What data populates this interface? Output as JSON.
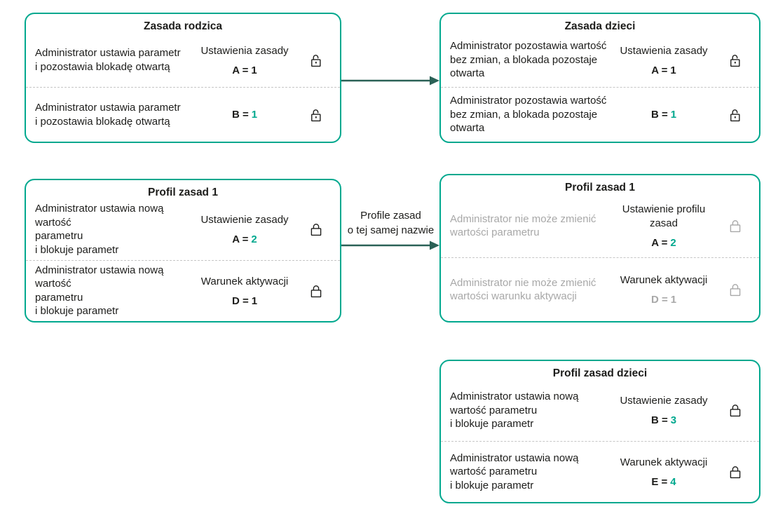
{
  "colors": {
    "accent": "#00A88E",
    "teal": "#00A88E",
    "arrow": "#2A6156",
    "text": "#1D1D1B",
    "muted": "#A8A8A8",
    "divider": "#C6C6C6"
  },
  "boxes": [
    {
      "title": "Zasada rodzica",
      "rows": [
        {
          "label": "Ustawienia zasady",
          "text": "Administrator ustawia parametr\ni pozostawia blokadę otwartą",
          "param": "A =",
          "value": "1",
          "lock": "open"
        },
        {
          "label": "",
          "text": "Administrator ustawia parametr\ni pozostawia blokadę otwartą",
          "param": "B =",
          "value": "1",
          "lock": "open"
        }
      ]
    },
    {
      "title": "Zasada dzieci",
      "rows": [
        {
          "label": "Ustawienia zasady",
          "text": "Administrator pozostawia wartość\nbez zmian, a blokada pozostaje\notwarta",
          "param": "A =",
          "value": "1",
          "lock": "open"
        },
        {
          "label": "",
          "text": "Administrator pozostawia wartość\nbez zmian, a blokada pozostaje\notwarta",
          "param": "B =",
          "value": "1",
          "lock": "open"
        }
      ]
    },
    {
      "title": "Profil zasad 1",
      "rows": [
        {
          "label": "Ustawienie zasady",
          "text": "Administrator ustawia nową wartość\nparametru\n i blokuje parametr",
          "param": "A =",
          "value": "2",
          "lock": "closed"
        },
        {
          "label": "Warunek aktywacji",
          "text": "Administrator ustawia nową wartość\nparametru\n i blokuje parametr",
          "param": "D =",
          "value": "1",
          "lock": "closed"
        }
      ]
    },
    {
      "title": "Profil zasad 1",
      "rows": [
        {
          "label": "Ustawienie profilu\nzasad",
          "text": "Administrator nie może zmienić\nwartości parametru",
          "param": "A =",
          "value": "2",
          "lock": "closed"
        },
        {
          "label": "Warunek aktywacji",
          "text": "Administrator nie może zmienić\nwartości warunku aktywacji",
          "param": "D =",
          "value": "1",
          "lock": "closed"
        }
      ]
    },
    {
      "title": "Profil zasad dzieci",
      "rows": [
        {
          "label": "Ustawienie zasady",
          "text": "Administrator ustawia nową\nwartość parametru\n i blokuje parametr",
          "param": "B =",
          "value": "3",
          "lock": "closed"
        },
        {
          "label": "Warunek aktywacji",
          "text": "Administrator ustawia nową\nwartość parametru\n i blokuje parametr",
          "param": "E =",
          "value": "4",
          "lock": "closed"
        }
      ]
    }
  ],
  "arrows": [
    {
      "label": ""
    },
    {
      "label": "Profile zasad\no tej samej nazwie"
    }
  ]
}
